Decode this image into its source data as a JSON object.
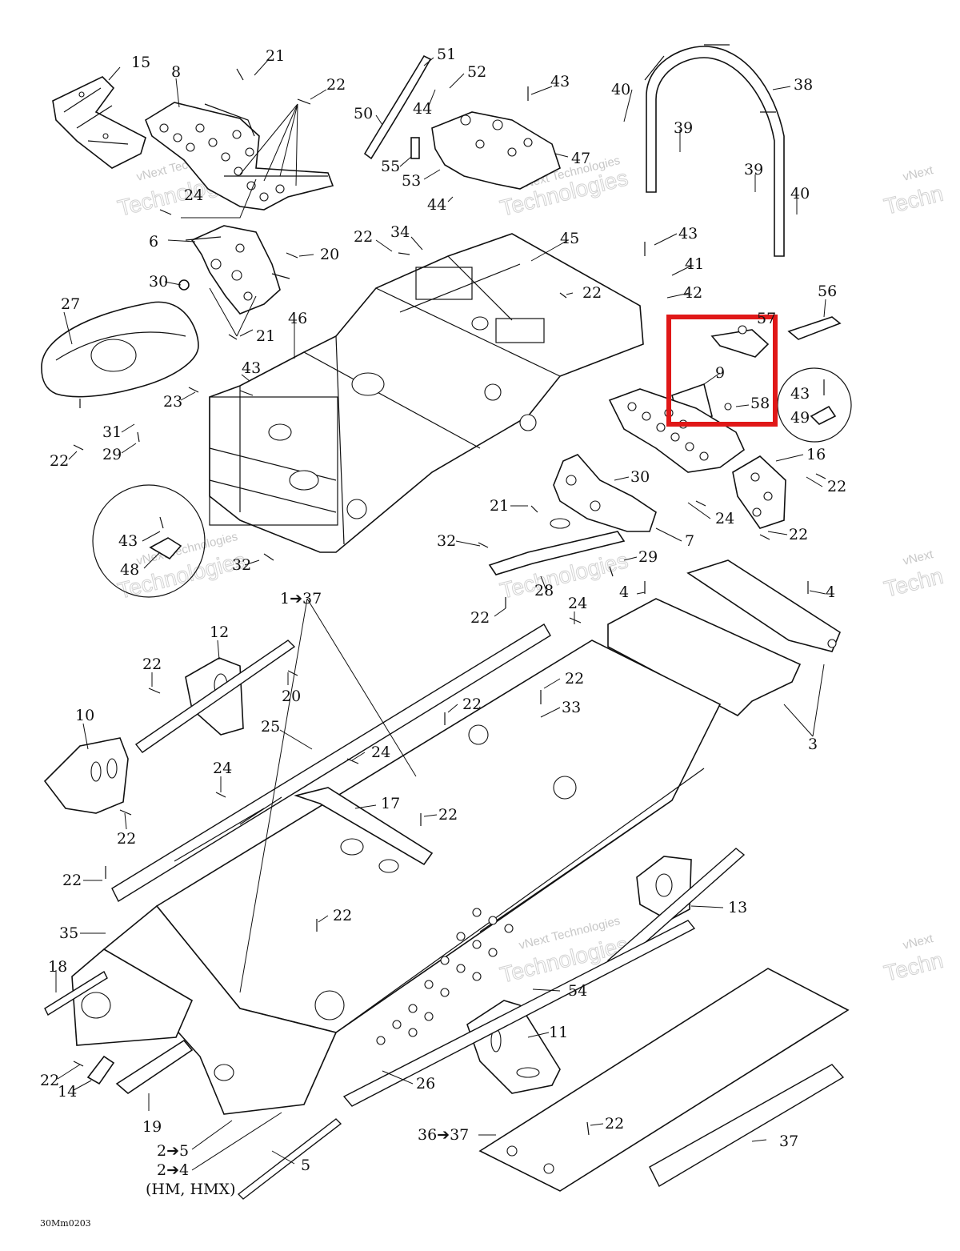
{
  "diagram_code": "30Mm0203",
  "highlight_color": "#e01818",
  "watermark": {
    "line1": "vNext Technologies",
    "line2": "Technologies",
    "partial1": "vNext",
    "partial2": "Techn"
  },
  "callouts": {
    "c15": "15",
    "c8": "8",
    "c21a": "21",
    "c22a": "22",
    "c24a": "24",
    "c6": "6",
    "c20a": "20",
    "c21b": "21",
    "c30a": "30",
    "c27": "27",
    "c23": "23",
    "c31": "31",
    "c29a": "29",
    "c22b": "22",
    "c51": "51",
    "c52": "52",
    "c44a": "44",
    "c43a": "43",
    "c50": "50",
    "c55": "55",
    "c53": "53",
    "c44b": "44",
    "c47": "47",
    "c40a": "40",
    "c38": "38",
    "c39a": "39",
    "c39b": "39",
    "c40b": "40",
    "c22c": "22",
    "c34": "34",
    "c45": "45",
    "c43b": "43",
    "c41": "41",
    "c42": "42",
    "c22d": "22",
    "c56": "56",
    "c57": "57",
    "c9": "9",
    "c58": "58",
    "c43c": "43",
    "c49": "49",
    "c46": "46",
    "c43d": "43",
    "c16": "16",
    "c22e": "22",
    "c22f": "22",
    "c30b": "30",
    "c21c": "21",
    "c24b": "24",
    "c7": "7",
    "c32a": "32",
    "c29b": "29",
    "c28": "28",
    "c22g": "22",
    "c43e": "43",
    "c48": "48",
    "c32b": "32",
    "c1_37": "1➔37",
    "c24c": "24",
    "c4a": "4",
    "c4b": "4",
    "c12": "12",
    "c22h": "22",
    "c20b": "20",
    "c22i": "22",
    "c33": "33",
    "c22j": "22",
    "c3": "3",
    "c10": "10",
    "c25": "25",
    "c24d": "24",
    "c24e": "24",
    "c22k": "22",
    "c17": "17",
    "c22l": "22",
    "c22m": "22",
    "c35": "35",
    "c22n": "22",
    "c13": "13",
    "c18": "18",
    "c54": "54",
    "c11": "11",
    "c22o": "22",
    "c14": "14",
    "c19": "19",
    "c26": "26",
    "c36_37": "36➔37",
    "c22p": "22",
    "c37": "37",
    "c2_5": "2➔5",
    "c5": "5",
    "c2_4": "2➔4",
    "c_hm": "(HM, HMX)"
  }
}
